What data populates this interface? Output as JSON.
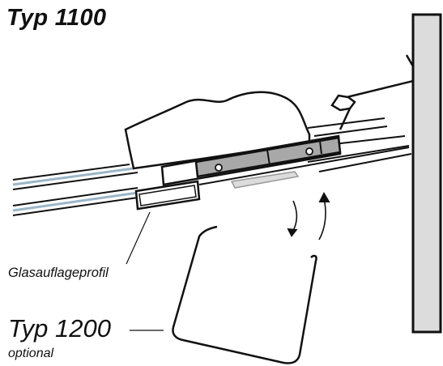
{
  "title": "Typ 1100",
  "labels": {
    "glass_profile": "Glasauflageprofil",
    "typ_1200": "Typ 1200",
    "optional": "optional"
  },
  "colors": {
    "wall_fill": "#dcdcdc",
    "metal_fill": "#a8a8a8",
    "glass_line": "#9bb6c8",
    "stroke": "#111111"
  }
}
